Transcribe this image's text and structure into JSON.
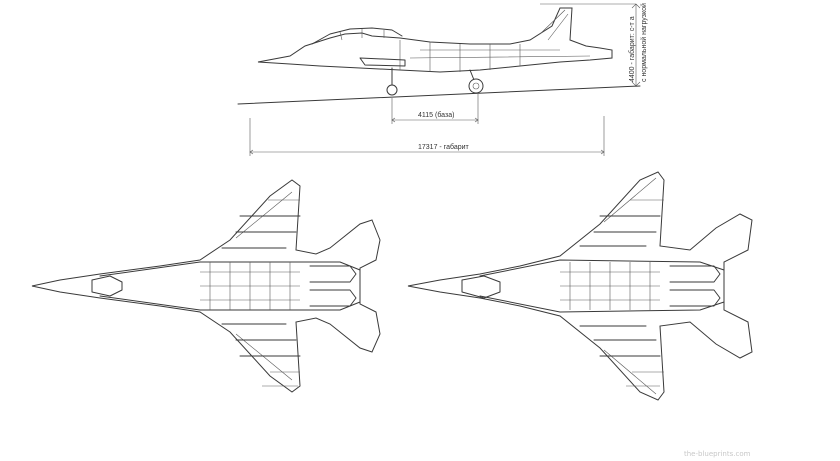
{
  "dimensions": {
    "wheelbase": "4115 (база)",
    "overall_length": "17317 - габарит",
    "height_line1": "4400 - габарит: с-т а",
    "height_line2": "с нормальной нагрузкой"
  },
  "watermark": "the-blueprints.com",
  "colors": {
    "line": "#3a3a3a",
    "background": "#ffffff",
    "watermark": "#c8c8c8"
  }
}
